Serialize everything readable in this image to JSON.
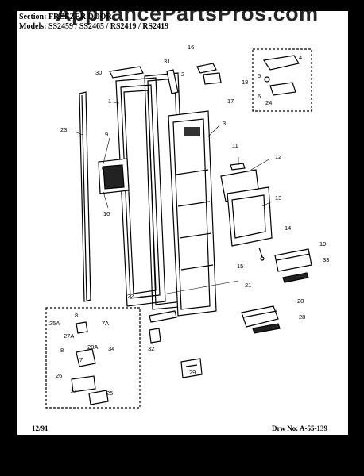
{
  "header": {
    "section": "Section: FREEZER DOOR",
    "model": "Models: SS2459 / SS2465 / RS2419 / RS2419"
  },
  "watermark": "AppliancePartsPros.com",
  "footer": {
    "date": "12/91",
    "drawing_no": "Drw No: A-55-139"
  },
  "callouts": [
    "16",
    "31",
    "2",
    "30",
    "1",
    "18",
    "17",
    "3",
    "4",
    "5",
    "6",
    "24",
    "23",
    "9",
    "11",
    "12",
    "10",
    "13",
    "14",
    "15",
    "19",
    "33",
    "21",
    "22",
    "20",
    "28",
    "32",
    "25A",
    "8",
    "7A",
    "27A",
    "28A",
    "34",
    "7",
    "29",
    "26",
    "27",
    "25"
  ]
}
